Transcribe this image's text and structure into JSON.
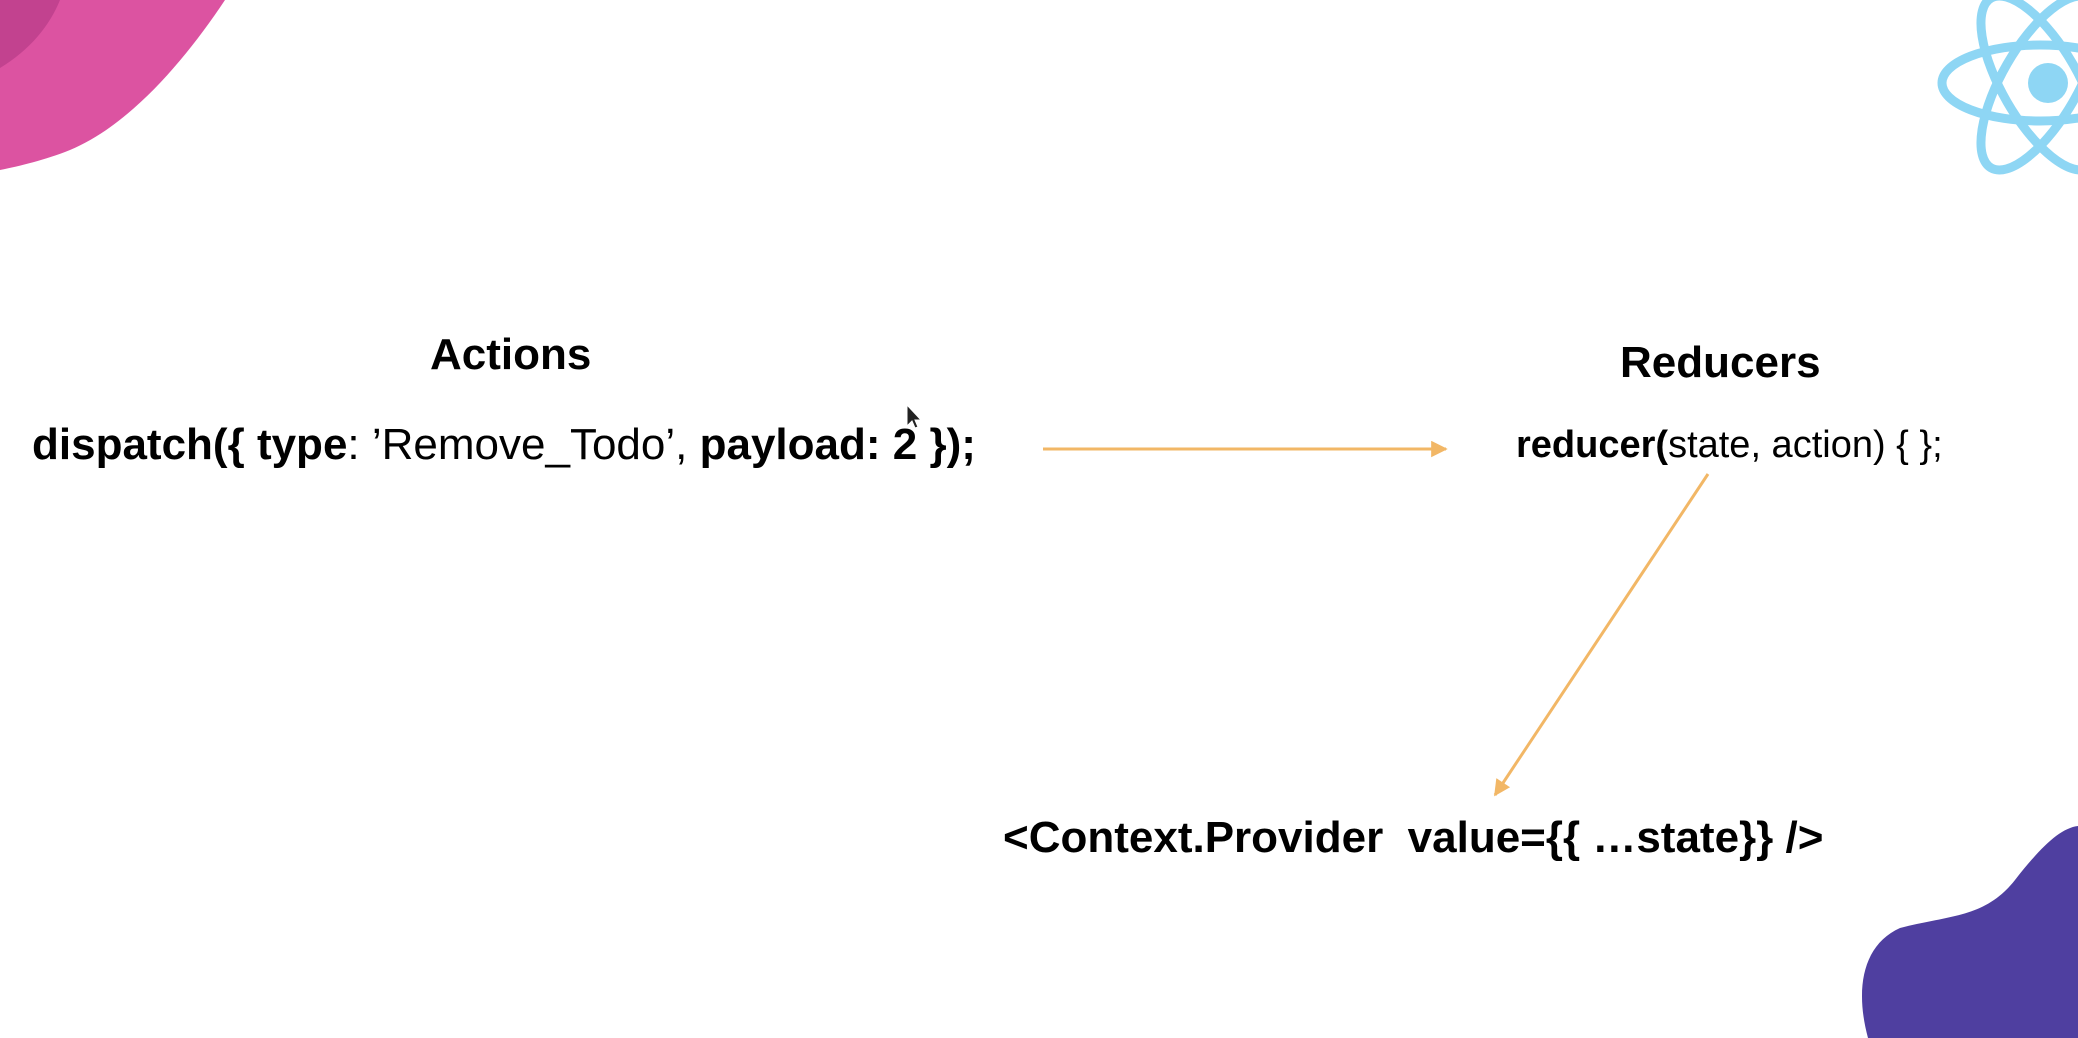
{
  "colors": {
    "arrow": "#F2B766",
    "blob_pink": "#DC53A1",
    "blob_pink_inner": "#C2428F",
    "blob_purple": "#4F3FA0",
    "react_logo": "#8ED6F4"
  },
  "icons": {
    "top_right": "react-logo-icon",
    "cursor": "mouse-pointer-icon"
  },
  "actions": {
    "heading": "Actions",
    "code": {
      "p1": "dispatch({",
      "p2": "type",
      "p3": ": ’Remove_Todo’,",
      "p4": "payload: 2 });"
    }
  },
  "reducers": {
    "heading": "Reducers",
    "code": {
      "p1": "reducer(",
      "p2": "state, action) {  };"
    }
  },
  "provider": {
    "code": "<Context.Provider  value={{ …state}} />"
  }
}
